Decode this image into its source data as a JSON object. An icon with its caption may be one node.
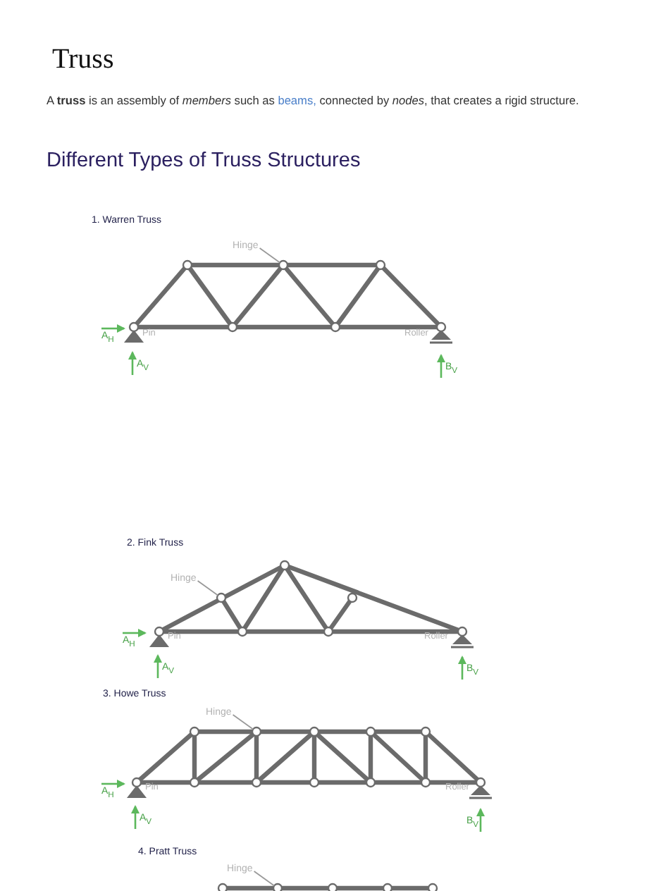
{
  "diagram": {
    "title": "Truss",
    "nodes": [
      {
        "text": [
          "Hinge"
        ]
      },
      {
        "text": [],
        "shape": "circle"
      },
      {
        "text": [
          "Hinge"
        ]
      },
      {
        "text": [],
        "shape": "circle"
      },
      {
        "text": [
          "Hinge"
        ]
      },
      {
        "text": [],
        "shape": "circle"
      },
      {
        "text": [
          "Hinge"
        ]
      },
      {
        "text": [],
        "shape": "circle"
      }
    ],
    "edges": [
      {
        "from": 0,
        "to": 1,
        "arrow": "none"
      },
      {
        "from": 2,
        "to": 3,
        "arrow": "none"
      },
      {
        "from": 4,
        "to": 5,
        "arrow": "none"
      },
      {
        "from": 6,
        "to": 7,
        "arrow": "none"
      }
    ],
    "labels": [
      "A **truss** is an assembly of *members* such as",
      "beams,",
      "connected by *nodes*, that creates a rigid structure.",
      "Different Types of Truss Structures",
      "1. Warren Truss",
      "Pin",
      "Roller",
      "A$_{H}$",
      "A$_{V}$",
      "B$_{V}$",
      "2. Fink Truss",
      "Pin",
      "Roller",
      "A$_{H}$",
      "A$_{V}$",
      "B$_{V}$",
      "3. Howe Truss",
      "Pin",
      "Roller",
      "A$_{H}$",
      "A$_{V}$",
      "B$_{V}$",
      "4. Pratt Truss"
    ]
  }
}
